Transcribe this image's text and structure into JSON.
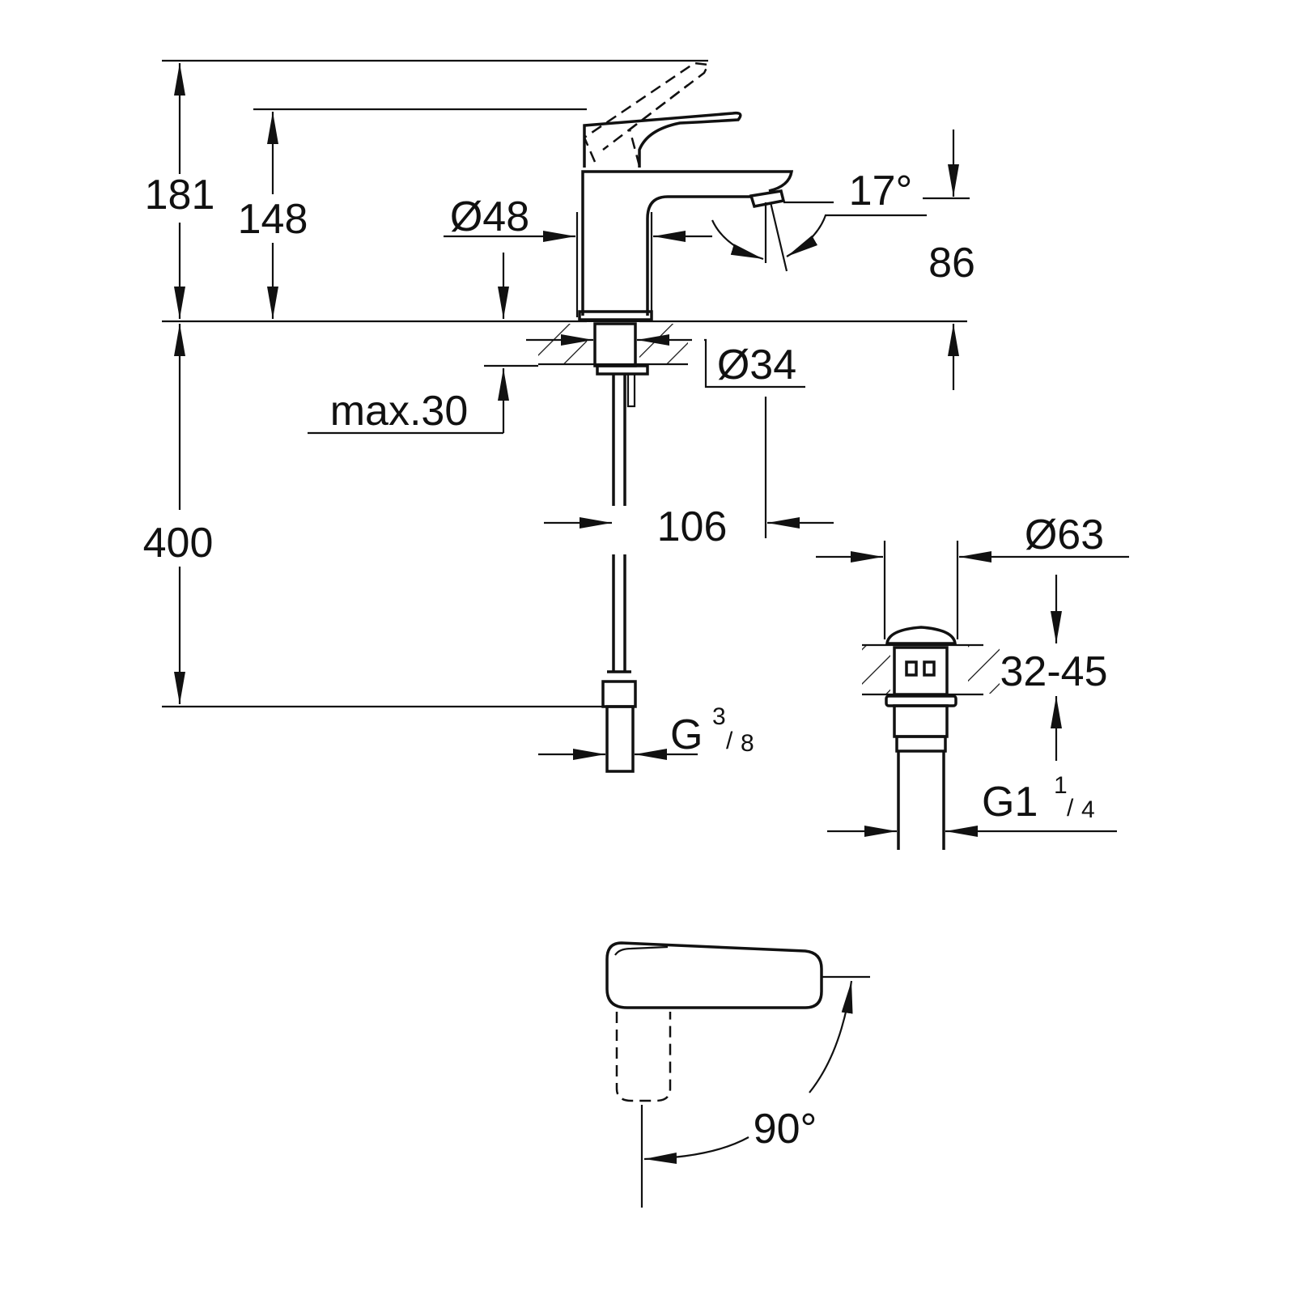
{
  "drawing": {
    "dimensions": {
      "total_height_lever_up": "181",
      "height_lever": "148",
      "body_diameter": "Ø48",
      "spout_angle": "17°",
      "spout_height": "86",
      "shank_diameter": "Ø34",
      "max_counter_thickness": "max.30",
      "hose_length": "400",
      "spout_reach": "106",
      "waste_diameter": "Ø63",
      "waste_counter_thickness": "32-45",
      "lever_rotation": "90°"
    },
    "threads": {
      "hose": {
        "prefix": "G",
        "num": "3",
        "den": "8"
      },
      "waste": {
        "prefix": "G1",
        "num": "1",
        "den": "4"
      }
    },
    "colors": {
      "line": "#111111",
      "background": "#ffffff"
    }
  }
}
